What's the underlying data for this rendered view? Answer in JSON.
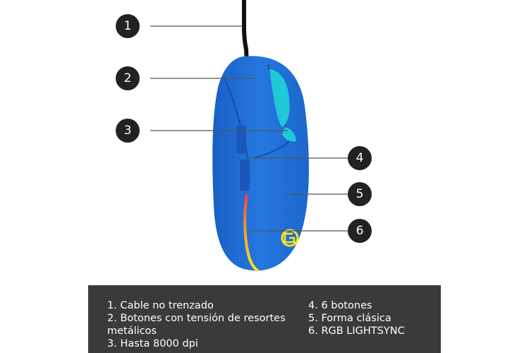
{
  "callouts": [
    {
      "number": "1"
    },
    {
      "number": "2"
    },
    {
      "number": "3"
    },
    {
      "number": "4"
    },
    {
      "number": "5"
    },
    {
      "number": "6"
    }
  ],
  "legend": {
    "left": [
      "1. Cable no trenzado",
      "2. Botones con tensión de resortes metálicos",
      "3. Hasta 8000 dpi"
    ],
    "right": [
      "4. 6 botones",
      "5. Forma clásica",
      "6. RGB LIGHTSYNC"
    ]
  },
  "colors": {
    "mouse_body": "#1f6fd6",
    "mouse_light": "#2e86ea",
    "accent_cyan": "#1fc8d6",
    "callout_bg": "#222222",
    "legend_bg": "#3a3a3a",
    "rgb_strip": [
      "#ff3b3b",
      "#ff9a1f",
      "#ffe81f"
    ]
  },
  "icons": {
    "logo": "logitech-g-logo-icon"
  }
}
